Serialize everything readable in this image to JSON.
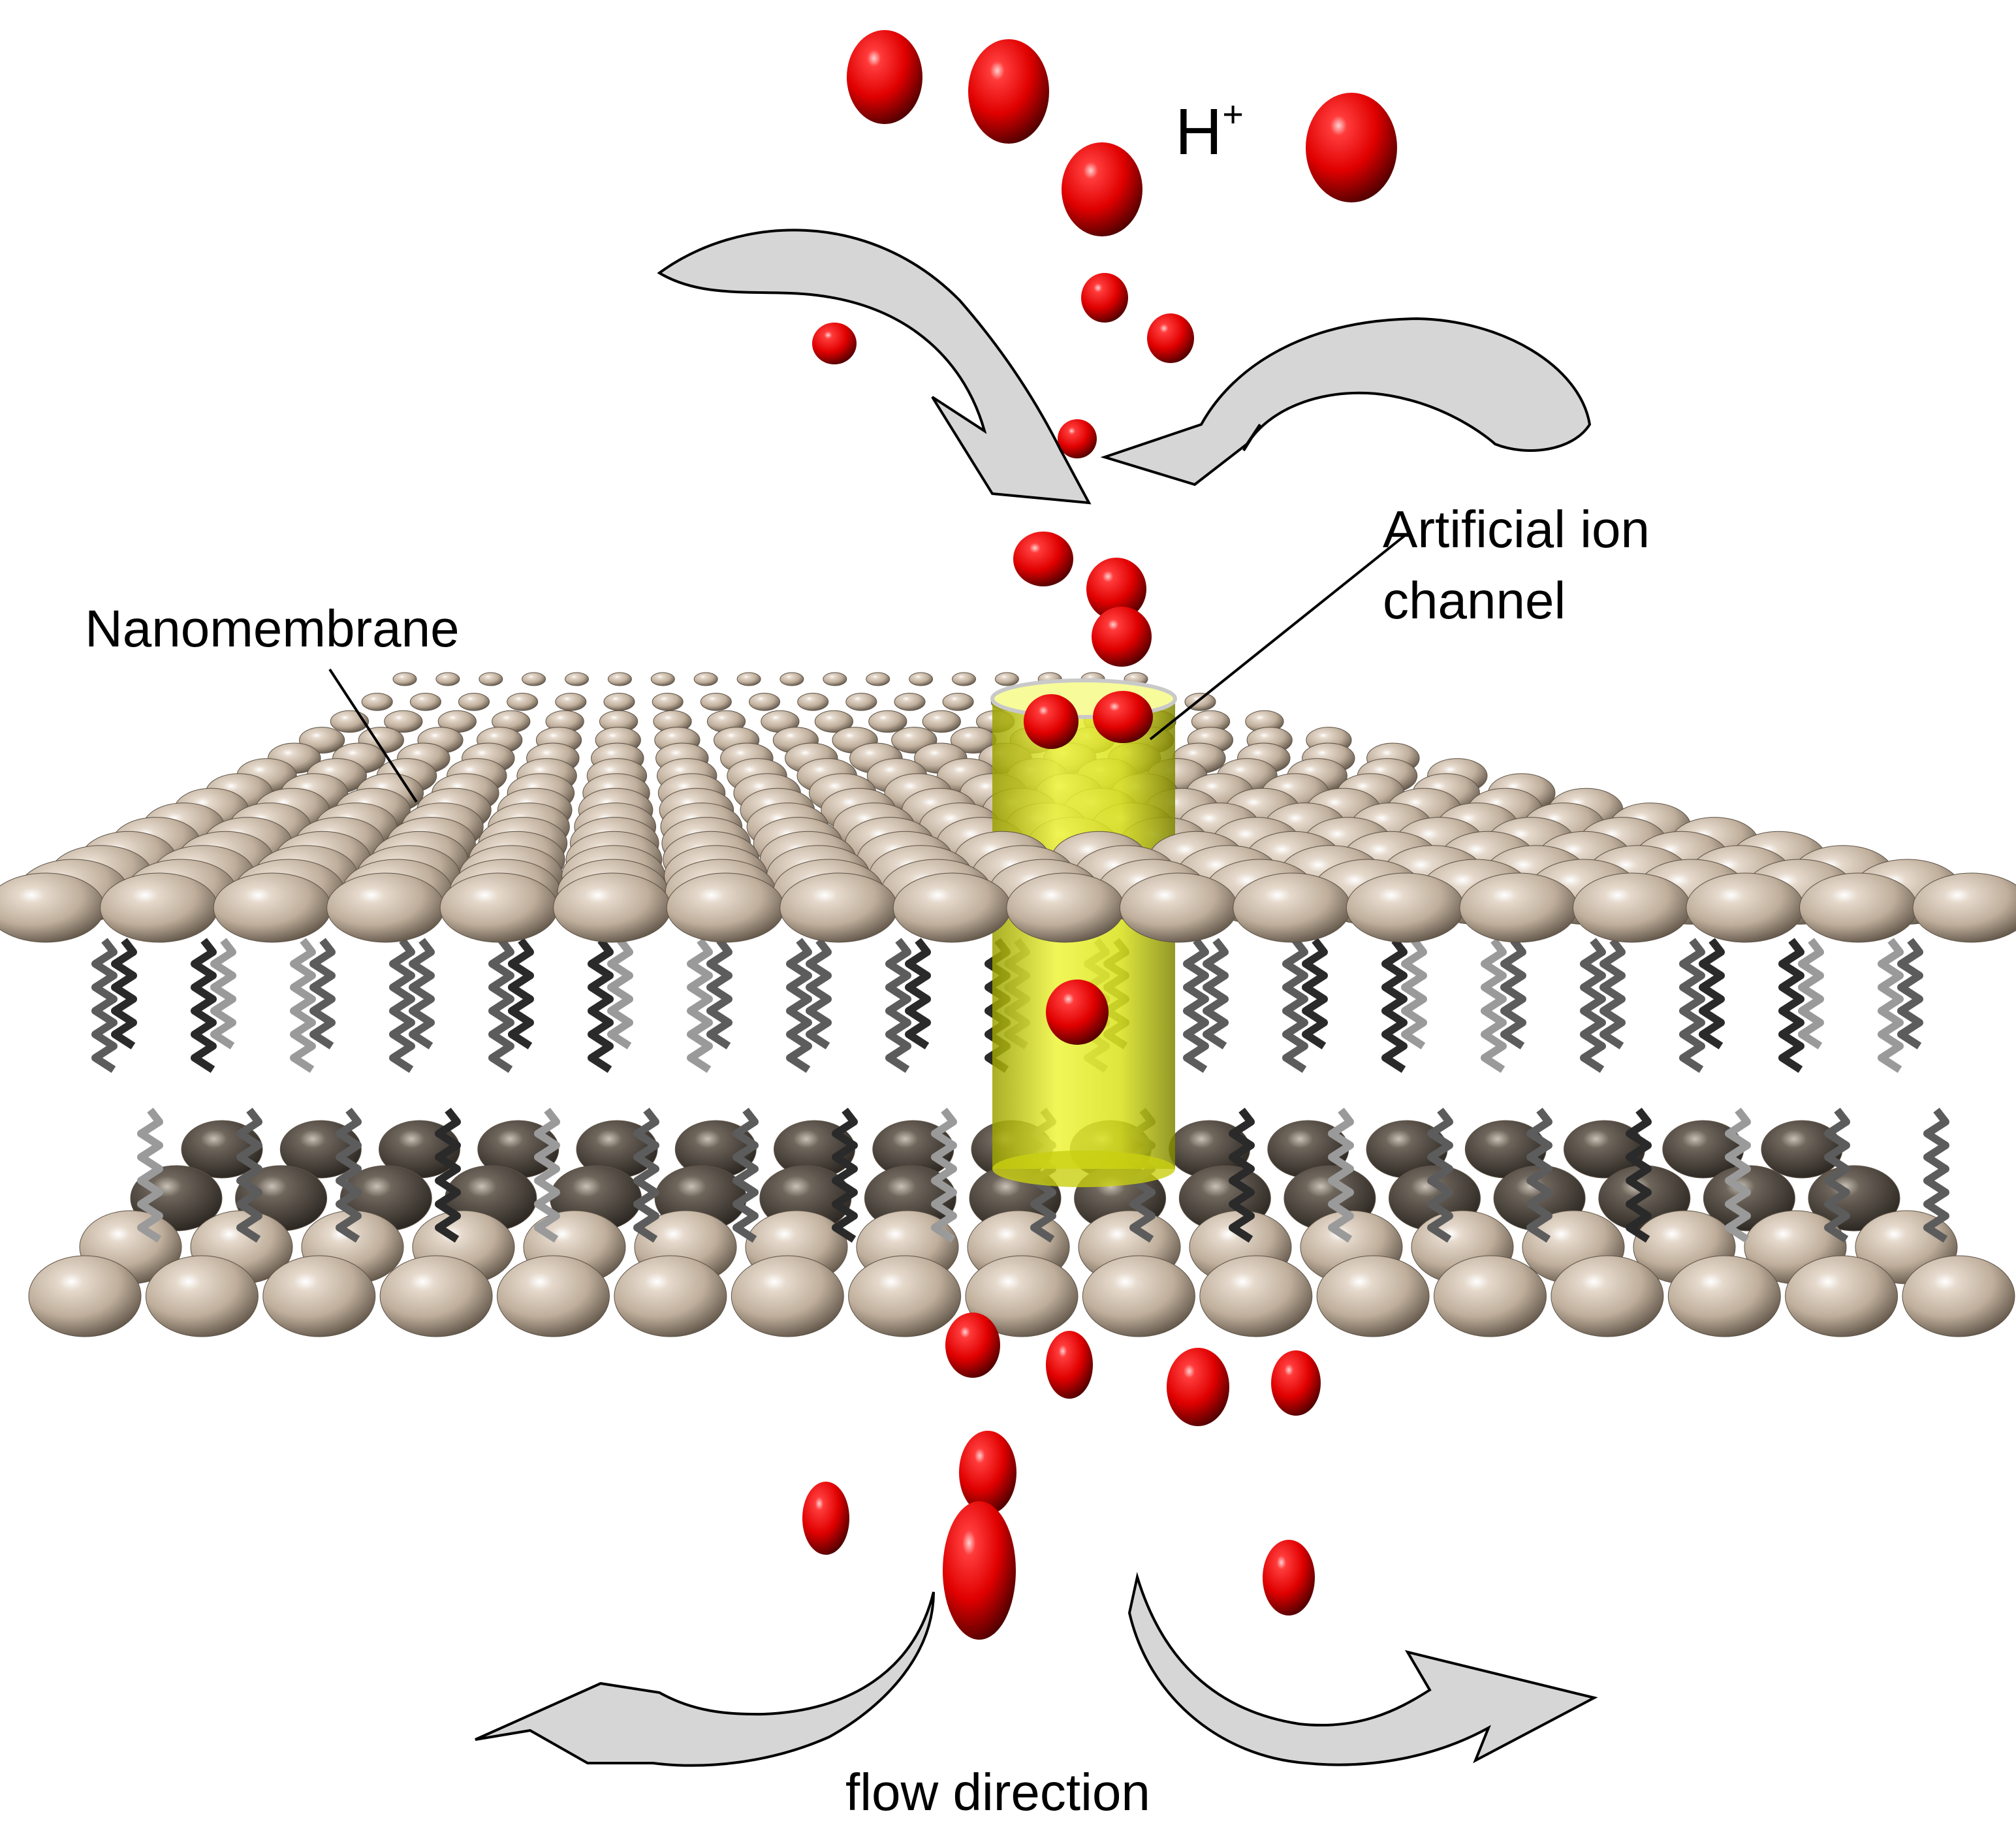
{
  "labels": {
    "ion": "H",
    "ion_charge": "+",
    "channel_line1": "Artificial ion",
    "channel_line2": "channel",
    "membrane": "Nanomembrane",
    "flow": "flow direction"
  },
  "colors": {
    "ion": "#e00000",
    "ion_dark": "#5a0000",
    "head": "#c8b8a6",
    "head_dark": "#5d5246",
    "tail_light": "#9a9a9a",
    "tail_mid": "#5c5c5c",
    "tail_dark": "#2a2a2a",
    "channel": "#e4ee22",
    "arrow_fill": "#d6d6d6",
    "line": "#000000"
  }
}
